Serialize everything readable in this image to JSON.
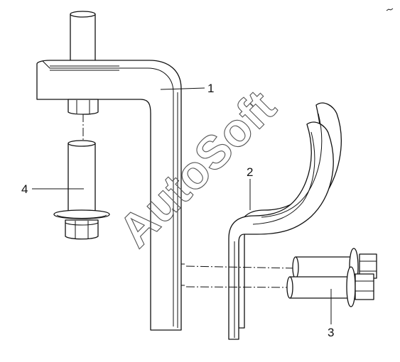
{
  "watermark": {
    "text": "AutoSoft"
  },
  "callouts": [
    {
      "id": "1",
      "label": "1",
      "part": "bracket"
    },
    {
      "id": "2",
      "label": "2",
      "part": "clamp-straps"
    },
    {
      "id": "3",
      "label": "3",
      "part": "flange-bolts"
    },
    {
      "id": "4",
      "label": "4",
      "part": "mounting-bolt"
    }
  ]
}
